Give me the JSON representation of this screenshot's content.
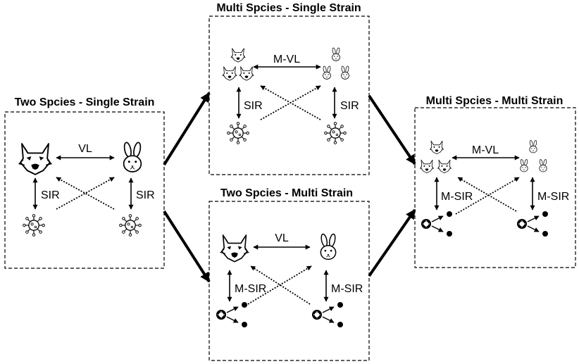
{
  "panels": {
    "two_single": {
      "title": "Two Spcies - Single Strain",
      "predator_prey_label": "VL",
      "predator_disease_label": "SIR",
      "prey_disease_label": "SIR"
    },
    "multi_single": {
      "title": "Multi Spcies - Single Strain",
      "predator_prey_label": "M-VL",
      "predator_disease_label": "SIR",
      "prey_disease_label": "SIR"
    },
    "two_multi": {
      "title": "Two Spcies - Multi Strain",
      "predator_prey_label": "VL",
      "predator_disease_label": "M-SIR",
      "prey_disease_label": "M-SIR"
    },
    "multi_multi": {
      "title": "Multi Spcies - Multi Strain",
      "predator_prey_label": "M-VL",
      "predator_disease_label": "M-SIR",
      "prey_disease_label": "M-SIR"
    }
  },
  "icons": {
    "predator": "wolf-icon",
    "prey": "rabbit-icon",
    "pathogen": "virus-icon",
    "strain_tree": "strain-tree-icon"
  }
}
